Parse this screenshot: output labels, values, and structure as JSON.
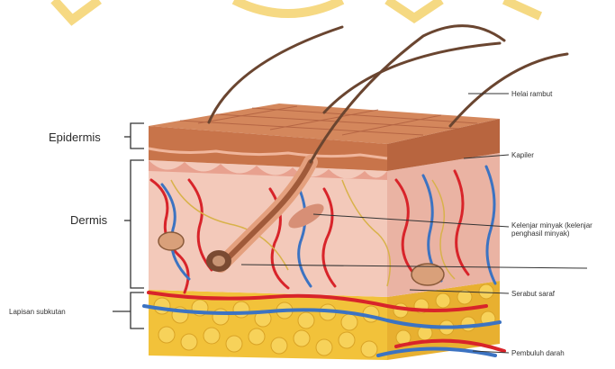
{
  "diagram": {
    "left_labels": {
      "epidermis": "Epidermis",
      "dermis": "Dermis",
      "subcutaneous": "Lapisan subkutan"
    },
    "right_labels": {
      "hair": "Helai rambut",
      "capillary": "Kapiler",
      "oil_gland": "Kelenjar minyak (kelenjar penghasil minyak)",
      "nerve_fiber": "Serabut saraf",
      "blood_vessel": "Pembuluh darah"
    }
  },
  "colors": {
    "epidermis": "#c8744a",
    "dermis": "#f3c9ba",
    "fat": "#f2c23a",
    "artery": "#d8242a",
    "vein": "#3c73c2",
    "nerve": "#d8b24a",
    "hair": "#6a4530",
    "watermark": "#f7e19a"
  }
}
